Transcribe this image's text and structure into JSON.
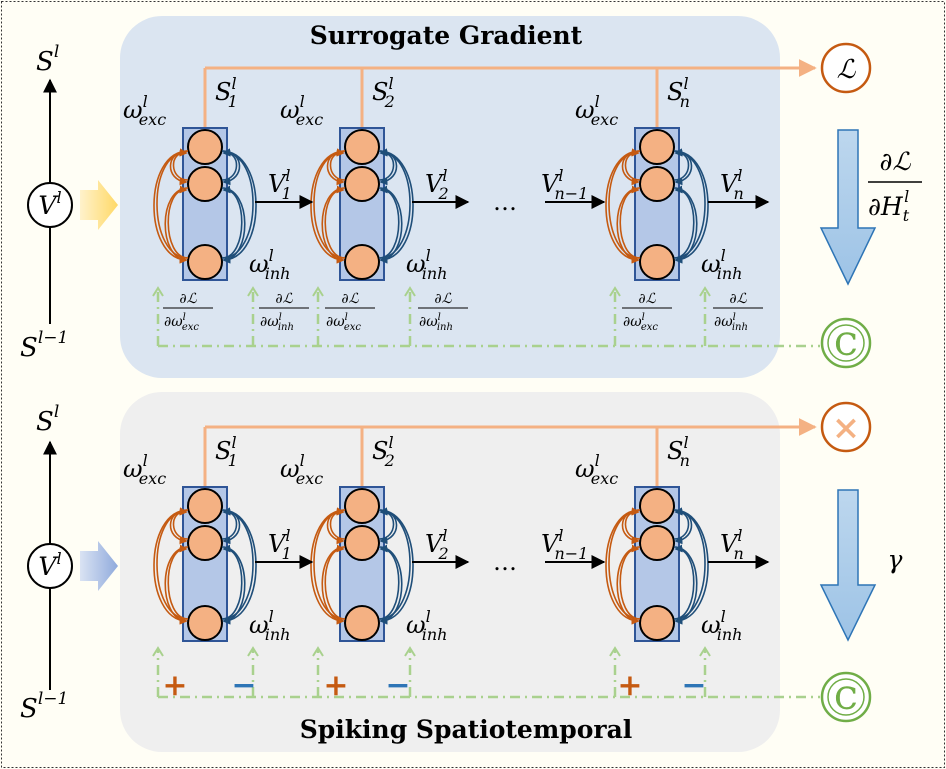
{
  "panels": {
    "top_title": "Surrogate Gradient",
    "bottom_title": "Spiking Spatiotemporal"
  },
  "left_column": {
    "output": {
      "base": "S",
      "sup": "l"
    },
    "membrane": {
      "base": "V",
      "sup": "l"
    },
    "input": {
      "base": "S",
      "sup": "l−1"
    }
  },
  "blocks": {
    "w_exc": {
      "base": "ω",
      "sub": "exc",
      "sup": "l"
    },
    "w_inh": {
      "base": "ω",
      "sub": "inh",
      "sup": "l"
    },
    "spikes": [
      {
        "base": "S",
        "sub": "1",
        "sup": "l"
      },
      {
        "base": "S",
        "sub": "2",
        "sup": "l"
      },
      {
        "base": "S",
        "sub": "n",
        "sup": "l"
      }
    ],
    "transitions": [
      {
        "base": "V",
        "sub": "1",
        "sup": "l"
      },
      {
        "base": "V",
        "sub": "2",
        "sup": "l"
      },
      {
        "base": "V",
        "sub": "n−1",
        "sup": "l"
      },
      {
        "base": "V",
        "sub": "n",
        "sup": "l"
      }
    ],
    "ellipsis": "…"
  },
  "top_side": {
    "loss_symbol": "ℒ",
    "gradient": {
      "num": "∂ℒ",
      "den_base": "∂H",
      "den_sub": "t",
      "den_sup": "l"
    },
    "grad_exc": {
      "num": "∂ℒ",
      "den_base": "∂ω",
      "den_sub": "exc",
      "den_sup": "l"
    },
    "grad_inh": {
      "num": "∂ℒ",
      "den_base": "∂ω",
      "den_sub": "inh",
      "den_sup": "l"
    },
    "concat_symbol": "C"
  },
  "bottom_side": {
    "multiply_symbol": "×",
    "gamma": "γ",
    "plus_symbol": "+",
    "minus_symbol": "−",
    "concat_symbol": "C"
  },
  "colors": {
    "page_bg": "#fffef5",
    "top_panel": "#dbe5f1",
    "bottom_panel": "#efefef",
    "neuron_fill": "#f4b183",
    "column_fill": "#b4c7e7",
    "column_stroke": "#2f5597",
    "spike_line": "#f4b183",
    "loss_stroke": "#c55a11",
    "exc_arrow": "#c55a11",
    "inh_arrow": "#1f4e79",
    "dash_green": "#a9d18e",
    "concat_green": "#70ad47",
    "big_arrow_fill": "#9dc3e6",
    "big_arrow_stroke": "#2e75b6",
    "feed_arrow_yellow": "#ffe699",
    "feed_arrow_blue": "#9dc3e6",
    "plus_color": "#c55a11",
    "minus_color": "#2e75b6"
  }
}
